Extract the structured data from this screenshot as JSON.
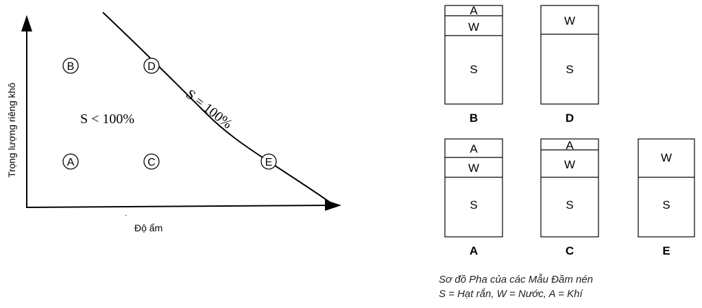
{
  "graph": {
    "y_axis_label": "Trọng lượng riêng khô",
    "x_axis_label": "Độ ẩm",
    "region_label": "S < 100%",
    "curve_label": "S = 100%",
    "points": {
      "B": "B",
      "D": "D",
      "A": "A",
      "C": "C",
      "E": "E"
    }
  },
  "phase_diagrams": [
    {
      "label": "B",
      "layers": [
        "A",
        "W",
        "S"
      ]
    },
    {
      "label": "D",
      "layers": [
        "W",
        "S"
      ]
    },
    {
      "label": "A",
      "layers": [
        "A",
        "W",
        "S"
      ]
    },
    {
      "label": "C",
      "layers": [
        "A",
        "W",
        "S"
      ]
    },
    {
      "label": "E",
      "layers": [
        "W",
        "S"
      ]
    }
  ],
  "caption": {
    "line1": "Sơ đồ Pha của các Mẫu Đầm nén",
    "line2": "S = Hạt rắn, W = Nước, A = Khí"
  }
}
